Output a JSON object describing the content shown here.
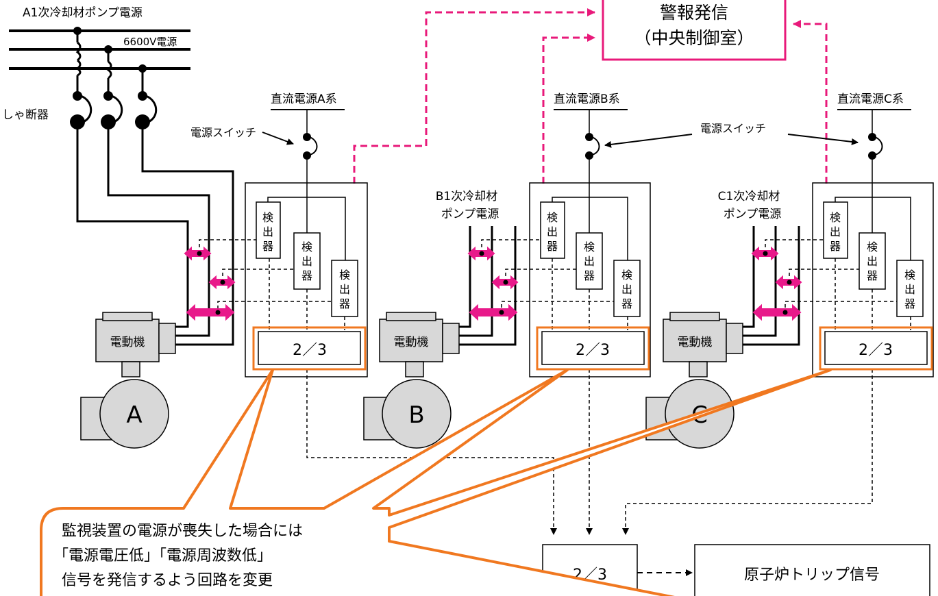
{
  "alarm": {
    "line1": "警報発信",
    "line2": "（中央制御室）"
  },
  "pump_power": {
    "a_title": "A1次冷却材ポンプ電源",
    "bus_voltage": "6600V電源",
    "breaker": "しゃ断器",
    "b_line1": "B1次冷却材",
    "b_line2": "ポンプ電源",
    "c_line1": "C1次冷却材",
    "c_line2": "ポンプ電源"
  },
  "dc_power": {
    "a": "直流電源A系",
    "b": "直流電源B系",
    "c": "直流電源C系"
  },
  "power_switch": "電源スイッチ",
  "detector": [
    "検",
    "出",
    "器"
  ],
  "logic_label": "2／3",
  "motor": "電動機",
  "pumps": [
    "A",
    "B",
    "C"
  ],
  "reactor_trip": "原子炉トリップ信号",
  "callout": {
    "line1": "監視装置の電源が喪失した場合には",
    "line2": "「電源電圧低」「電源周波数低」",
    "line3": "信号を発信するよう回路を変更"
  },
  "colors": {
    "alarm": "#e8197a",
    "highlight": "#f07820",
    "coupler": "#e8198a",
    "motor_fill": "#d8d8d8"
  }
}
